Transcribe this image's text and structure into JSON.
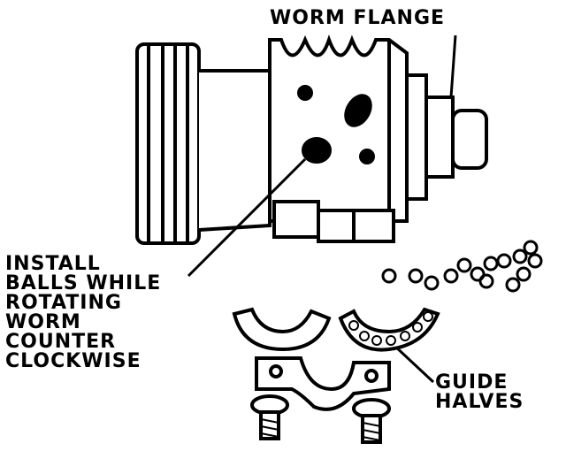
{
  "labels": {
    "worm_flange": "WORM FLANGE",
    "install_lines": [
      "INSTALL",
      "BALLS WHILE",
      "ROTATING",
      "WORM",
      "COUNTER",
      "CLOCKWISE"
    ],
    "guide_lines": [
      "GUIDE",
      "HALVES"
    ]
  },
  "colors": {
    "ink": "#000000",
    "paper": "#ffffff"
  }
}
